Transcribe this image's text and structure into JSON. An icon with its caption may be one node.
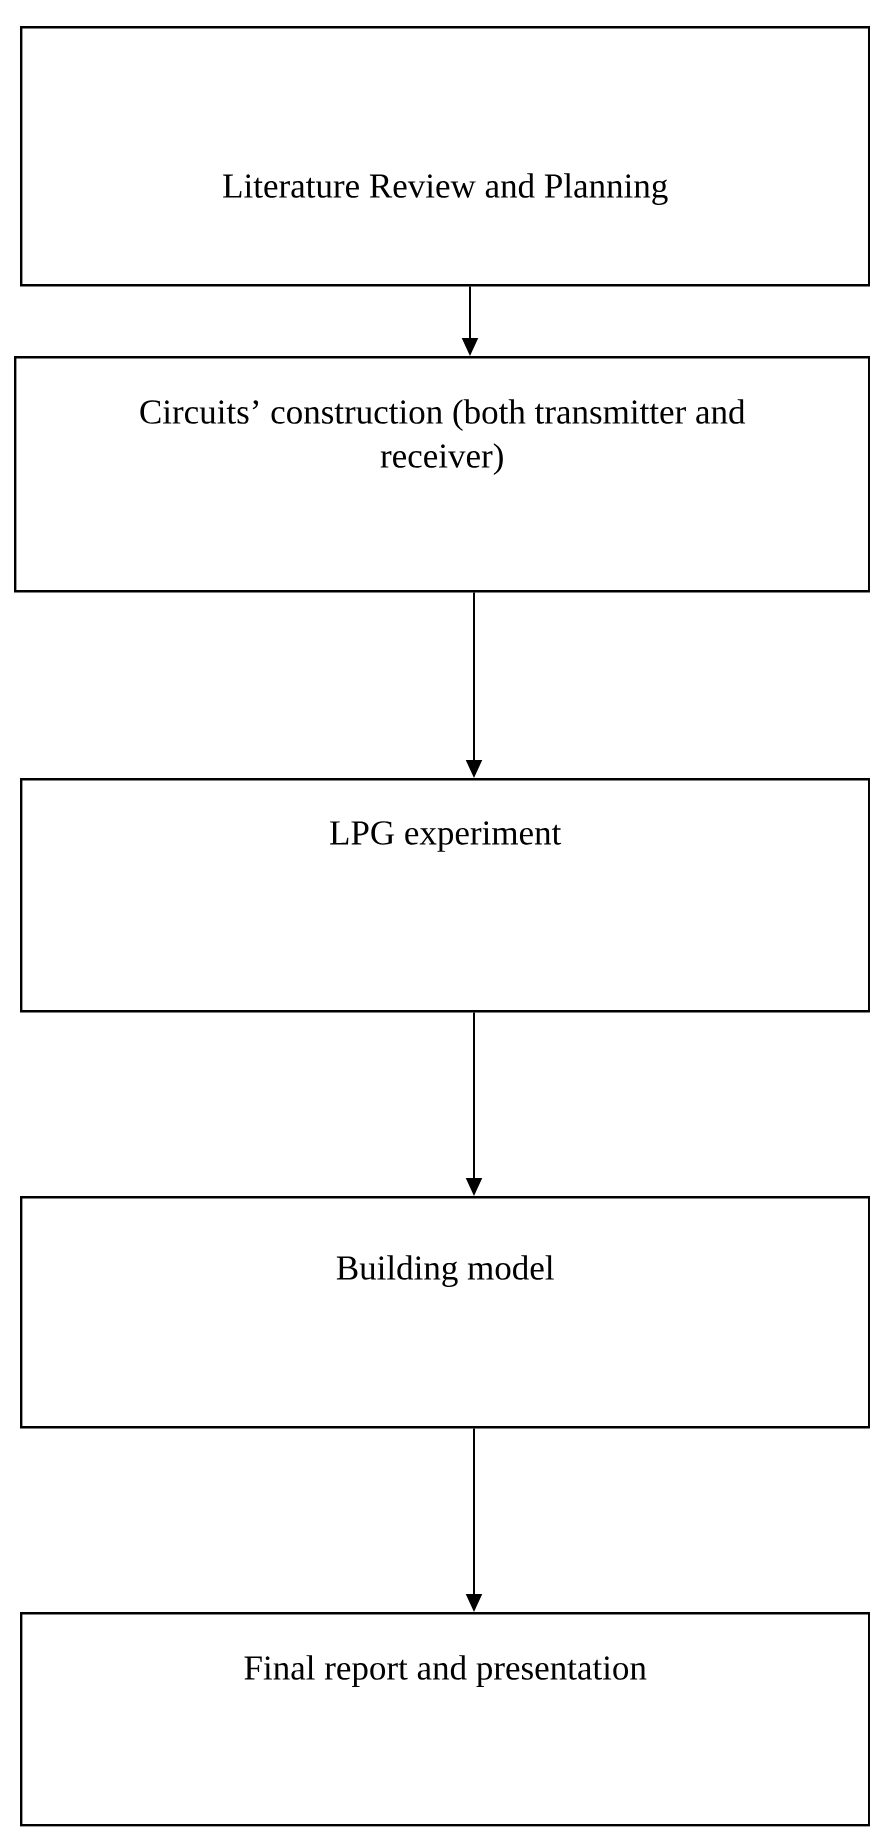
{
  "diagram": {
    "nodes": [
      {
        "text": [
          "Literature Review and Planning"
        ]
      },
      {
        "text": [
          "Circuits’ construction (both transmitter and receiver)"
        ]
      },
      {
        "text": [
          "LPG experiment"
        ]
      },
      {
        "text": [
          "Building model"
        ]
      },
      {
        "text": [
          "Final report and presentation"
        ]
      }
    ],
    "edges": [
      {
        "from": 0,
        "to": 1,
        "arrow": "to"
      },
      {
        "from": 1,
        "to": 2,
        "arrow": "to"
      },
      {
        "from": 2,
        "to": 3,
        "arrow": "to"
      },
      {
        "from": 3,
        "to": 4,
        "arrow": "to"
      }
    ]
  }
}
